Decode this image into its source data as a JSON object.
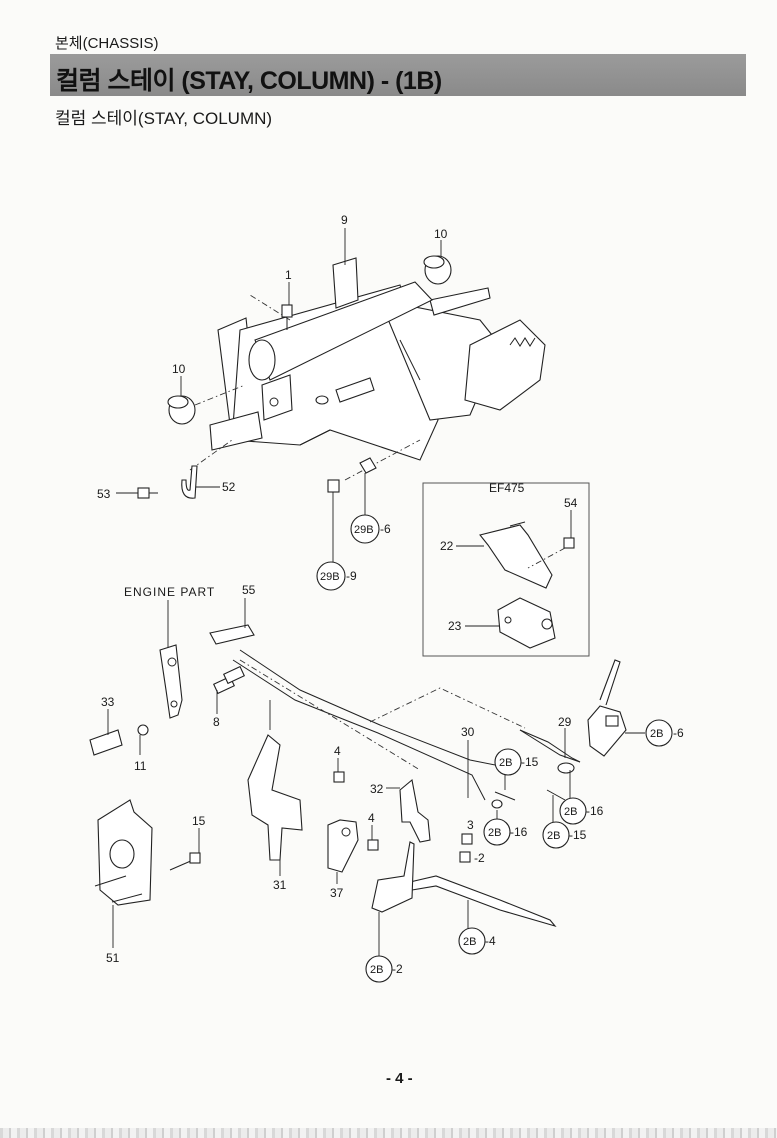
{
  "header": {
    "section": "본체(CHASSIS)",
    "title": "컬럼 스테이 (STAY, COLUMN) - (1B)",
    "subtitle": "컬럼 스테이(STAY, COLUMN)"
  },
  "callouts": {
    "p9": "9",
    "p10a": "10",
    "p1": "1",
    "p10b": "10",
    "p53": "53",
    "p52": "52",
    "p29b6_c": "29B",
    "p29b6_s": "-6",
    "p29b9_c": "29B",
    "p29b9_s": "-9",
    "ef_label": "EF475",
    "p54": "54",
    "p22": "22",
    "p23": "23",
    "engine_part": "ENGINE PART",
    "p55": "55",
    "p33": "33",
    "p8": "8",
    "p11": "11",
    "p4a": "4",
    "p30": "30",
    "p29": "29",
    "p2b6_c": "2B",
    "p2b6_s": "-6",
    "p2b15a_c": "2B",
    "p2b15a_s": "-15",
    "p32": "32",
    "p3": "3",
    "p2": "-2",
    "p2b16a_c": "2B",
    "p2b16a_s": "-16",
    "p2b16b_c": "2B",
    "p2b16b_s": "-16",
    "p2b15b_c": "2B",
    "p2b15b_s": "-15",
    "p15": "15",
    "p4b": "4",
    "p31": "31",
    "p37": "37",
    "p51": "51",
    "p2b4_c": "2B",
    "p2b4_s": "-4",
    "p2b2_c": "2B",
    "p2b2_s": "-2"
  },
  "footer": {
    "page_number": "- 4 -"
  }
}
